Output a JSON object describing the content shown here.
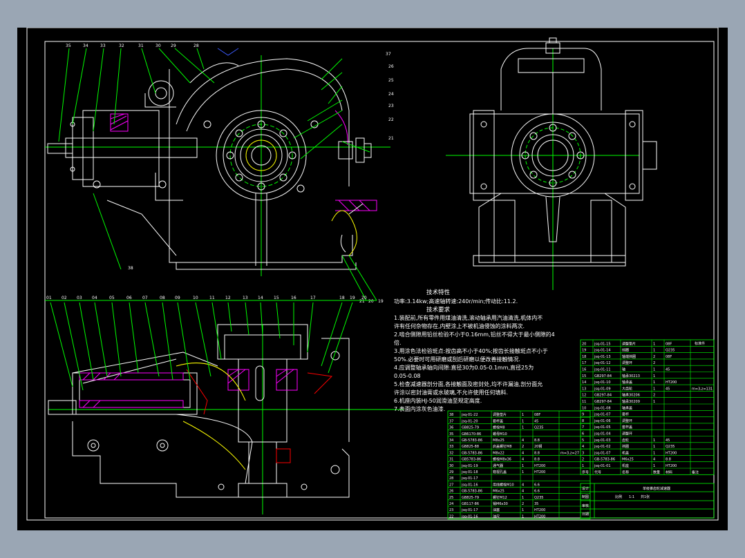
{
  "drawing": {
    "colors": {
      "background": "#000000",
      "frame": "#ffffff",
      "outline": "#ffffff",
      "leader": "#00ff00",
      "center": "#00ff00",
      "hatch": "#ff00ff",
      "hidden": "#ffff00",
      "gear": "#ff0000",
      "dim": "#00ff00",
      "accent_blue": "#3b5bff"
    },
    "top_callouts": [
      "35",
      "34",
      "33",
      "32",
      "31",
      "30",
      "29",
      "28"
    ],
    "right_callouts": [
      "37",
      "26",
      "25",
      "24",
      "23",
      "22",
      "21"
    ],
    "bottom_left_callout": "38",
    "bottom_right_callouts": [
      "21",
      "20",
      "19"
    ],
    "lower_callouts": [
      "01",
      "02",
      "03",
      "04",
      "05",
      "06",
      "07",
      "08",
      "09",
      "10",
      "11",
      "12",
      "13",
      "14",
      "15",
      "16",
      "17",
      "18",
      "19",
      "20"
    ]
  },
  "notes": {
    "spec_heading": "技术特性",
    "spec_line": "功率:3.14kw;高速轴转速:240r/min;传动比:11.2.",
    "req_heading": "技术要求",
    "lines": [
      "1.装配前,所有零件用煤油清洗,滚动轴承用汽油清洗,机体内不",
      "许有任何杂物存在,内壁涂上不被机油侵蚀的涂料两次.",
      "2.啮合侧隙用铅丝检验不小于0.16mm,铅丝不得大于最小侧隙的4",
      "倍.",
      "3.用涂色法检验斑点:按齿高不小于40%;按齿长接触斑点不小于",
      "50%.必要时可用研磨或刮后研磨以便改善接触情况.",
      "4.应调整轴承轴向间隙:直径30为0.05-0.1mm,直径25为",
      "0.05-0.08",
      "5.检查减速器剖分面,各接触面及密封处,均不许漏油,剖分面允",
      "许涂以密封油膏或水玻璃,不允许使用任何填料.",
      "6.机座内装HJ-50润滑油至规定高度.",
      "7.表面内涂灰色油漆."
    ]
  },
  "bom_left": [
    [
      "38",
      "jsq-01-22",
      "调整垫片",
      "1",
      "08F",
      ""
    ],
    [
      "37",
      "jsq-01-20",
      "套杯盖",
      "1",
      "45",
      ""
    ],
    [
      "36",
      "GB825-79",
      "螺栓M8",
      "1",
      "Q235",
      ""
    ],
    [
      "35",
      "GB6170-86",
      "螺母M10",
      "",
      "",
      ""
    ],
    [
      "34",
      "GB-5783-86",
      "M8x25",
      "4",
      "8.8",
      ""
    ],
    [
      "33",
      "GB825-88",
      "启盖螺钉M8",
      "2",
      "20钢",
      ""
    ],
    [
      "32",
      "GB-5783-86",
      "M8x22",
      "4",
      "8.8",
      "m=3,z=27"
    ],
    [
      "31",
      "GB5783-86",
      "螺栓M8x36",
      "4",
      "8.8",
      ""
    ],
    [
      "30",
      "jsq-01-19",
      "通气器",
      "1",
      "HT200",
      ""
    ],
    [
      "29",
      "jsq-01-18",
      "窥视孔盖",
      "1",
      "HT200",
      ""
    ],
    [
      "28",
      "jsq-01-17",
      "",
      "",
      "",
      ""
    ],
    [
      "27",
      "jsq-01-16",
      "用线螺栓M10",
      "4",
      "6.6",
      ""
    ],
    [
      "26",
      "GB-5783-86",
      "M6x25",
      "4",
      "6.6",
      ""
    ],
    [
      "25",
      "GB825-79",
      "螺钉M12",
      "1",
      "Q235",
      ""
    ],
    [
      "24",
      "GB117-86",
      "销M6x30",
      "2",
      "35",
      ""
    ],
    [
      "23",
      "jsq-01-17",
      "油塞",
      "1",
      "HT200",
      ""
    ],
    [
      "22",
      "jsq-01-16",
      "油尺",
      "1",
      "HT200",
      ""
    ]
  ],
  "bom_right": [
    [
      "20",
      "jsq-01-15",
      "调整垫片",
      "1",
      "08F",
      ""
    ],
    [
      "19",
      "jsq-01-14",
      "挡圈",
      "1",
      "Q235",
      ""
    ],
    [
      "18",
      "jsq-01-13",
      "轴端挡圈",
      "2",
      "08F",
      ""
    ],
    [
      "17",
      "jsq-01-12",
      "调整环",
      "2",
      "",
      ""
    ],
    [
      "16",
      "jsq-01-11",
      "轴",
      "1",
      "45",
      ""
    ],
    [
      "15",
      "GB297-84",
      "轴承30213",
      "1",
      "",
      ""
    ],
    [
      "14",
      "jsq-01-10",
      "轴承盖",
      "1",
      "HT200",
      ""
    ],
    [
      "13",
      "jsq-01-09",
      "大齿轮",
      "1",
      "45",
      "m=3,z=131"
    ],
    [
      "12",
      "GB297-84",
      "轴承30206",
      "2",
      "",
      ""
    ],
    [
      "11",
      "GB297-84",
      "轴承30209",
      "1",
      "",
      ""
    ],
    [
      "10",
      "jsq-01-08",
      "轴承盖",
      "",
      "",
      ""
    ],
    [
      "9",
      "jsq-01-07",
      "套杯",
      "",
      "",
      ""
    ],
    [
      "8",
      "jsq-01-06",
      "调整环",
      "",
      "",
      ""
    ],
    [
      "7",
      "jsq-01-05",
      "套杯盖",
      "",
      "",
      ""
    ],
    [
      "6",
      "jsq-01-04",
      "调整环",
      "",
      "",
      ""
    ],
    [
      "5",
      "jsq-01-03",
      "齿轮",
      "1",
      "45",
      ""
    ],
    [
      "4",
      "jsq-01-02",
      "挡圈",
      "1",
      "Q235",
      ""
    ],
    [
      "3",
      "jsq-01-07",
      "机盖",
      "1",
      "HT200",
      ""
    ],
    [
      "2",
      "GB-5783-86",
      "M6x25",
      "4",
      "8.8",
      ""
    ],
    [
      "1",
      "jsq-01-01",
      "机座",
      "1",
      "HT200",
      ""
    ]
  ],
  "bom_right_header": [
    "序号",
    "代号",
    "名称",
    "数量",
    "材料",
    "备注"
  ],
  "bom_right_top_note": "标准件",
  "title_block": {
    "title": "单级锥齿轮减速器",
    "scale_label": "比例",
    "scale": "1:1",
    "sheet": "共1张",
    "rows": [
      "设计",
      "制图",
      "审核",
      "日期"
    ]
  }
}
